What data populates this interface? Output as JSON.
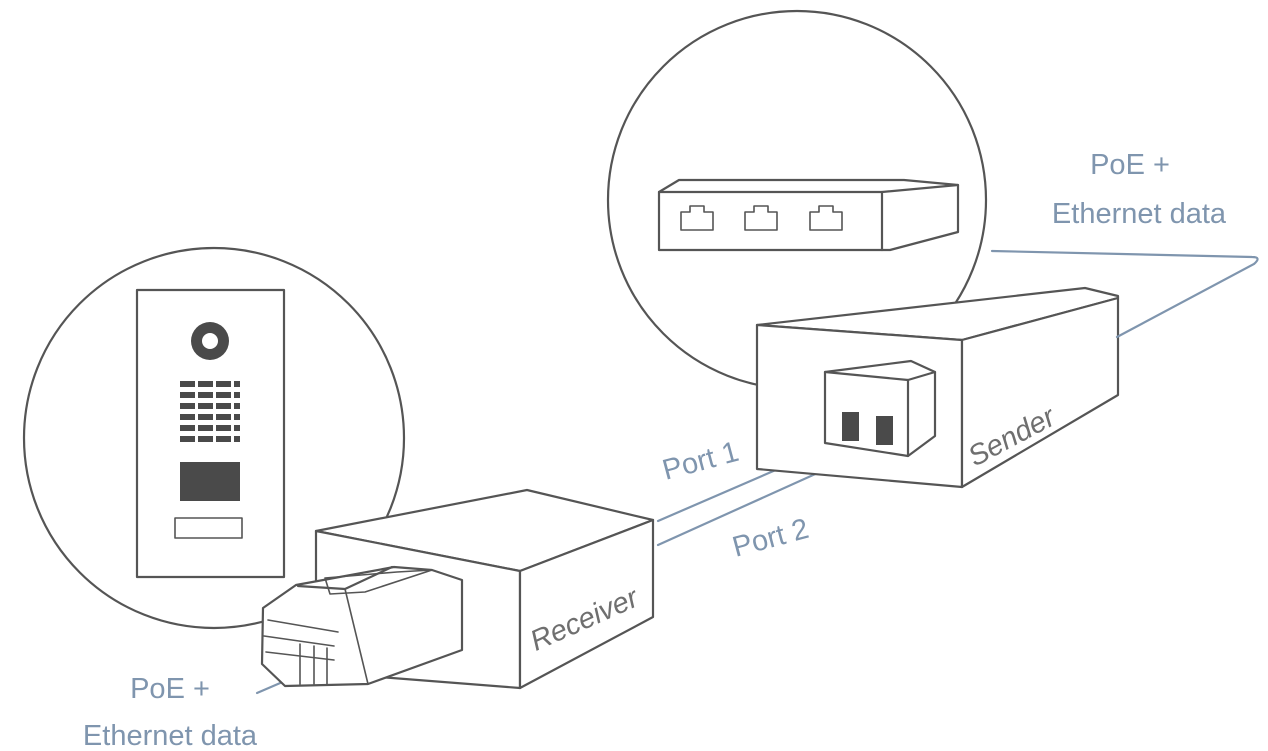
{
  "labels": {
    "poe_top_line1": "PoE +",
    "poe_top_line2": "Ethernet data",
    "poe_bottom_line1": "PoE +",
    "poe_bottom_line2": "Ethernet data",
    "port1": "Port 1",
    "port2": "Port 2",
    "sender": "Sender",
    "receiver": "Receiver"
  },
  "colors": {
    "line": "#555555",
    "label_blue": "#7f95ae",
    "label_gray": "#6f6f6f",
    "fill_dark": "#4a4a4a"
  }
}
